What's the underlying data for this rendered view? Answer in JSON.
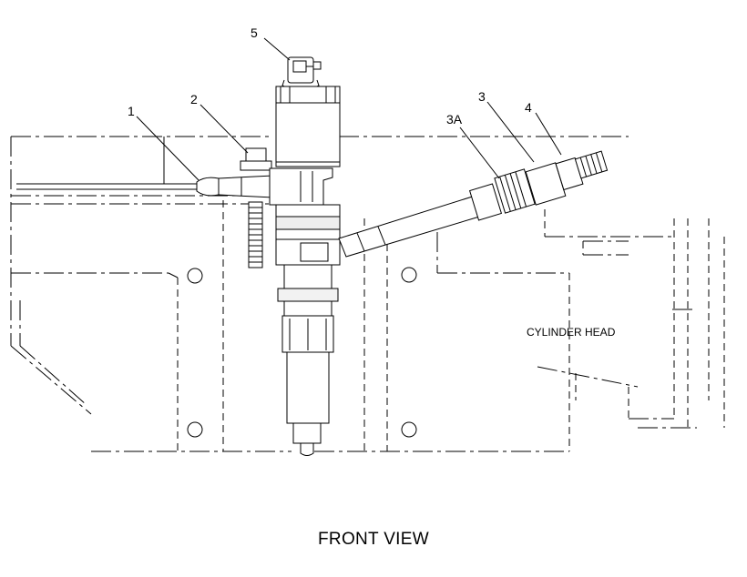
{
  "callouts": {
    "c1": "1",
    "c2": "2",
    "c3": "3",
    "c3a": "3A",
    "c4": "4",
    "c5": "5"
  },
  "labels": {
    "cylinder_head": "CYLINDER HEAD"
  },
  "caption": "FRONT VIEW"
}
